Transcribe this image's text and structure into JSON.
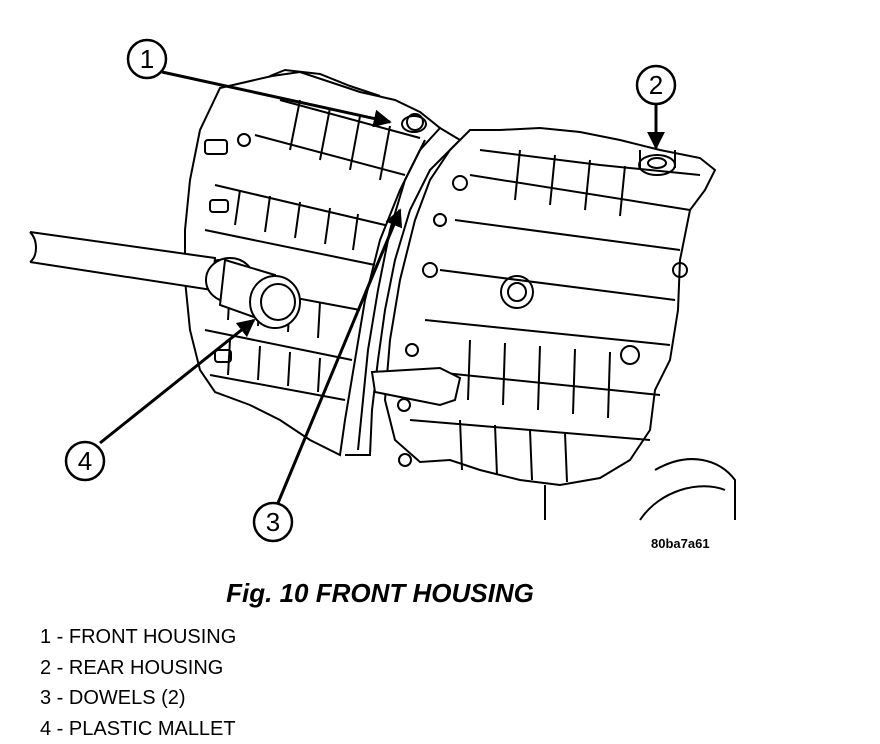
{
  "figure": {
    "image_code": "80ba7a61",
    "caption": "Fig. 10 FRONT HOUSING",
    "callouts": [
      {
        "number": "1",
        "label": "FRONT HOUSING"
      },
      {
        "number": "2",
        "label": "REAR HOUSING"
      },
      {
        "number": "3",
        "label": "DOWELS (2)"
      },
      {
        "number": "4",
        "label": "PLASTIC MALLET"
      }
    ],
    "legend": [
      "1 - FRONT HOUSING",
      "2 - REAR HOUSING",
      "3 - DOWELS (2)",
      "4 - PLASTIC MALLET"
    ]
  }
}
